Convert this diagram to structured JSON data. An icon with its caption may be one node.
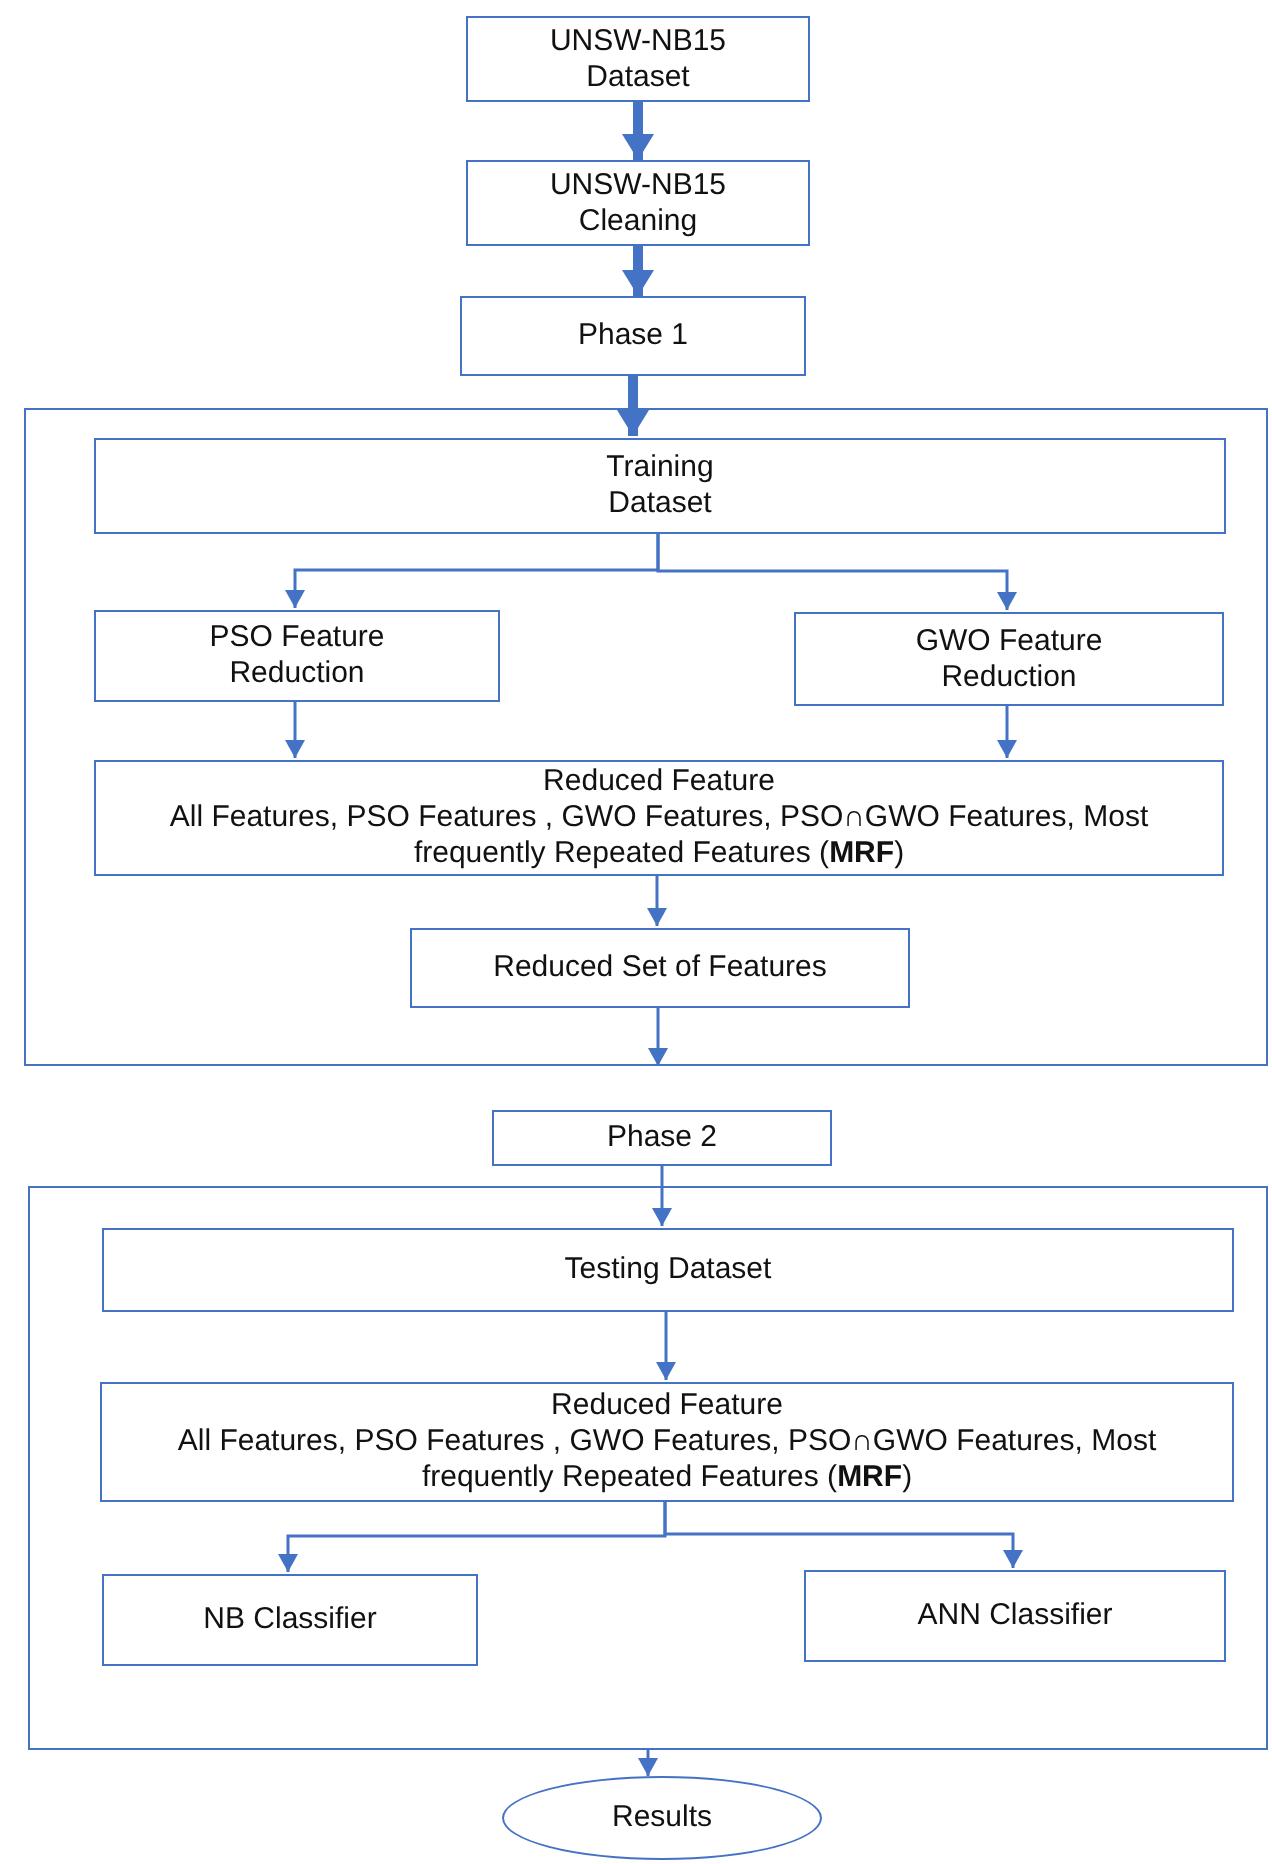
{
  "diagram": {
    "nodes": [
      {
        "text": [
          "UNSW-NB15 Dataset"
        ]
      },
      {
        "text": [
          "UNSW-NB15 Cleaning"
        ]
      },
      {
        "text": [
          "Phase 1"
        ]
      },
      {
        "text": [],
        "shape": "box"
      },
      {
        "text": [
          "Training Dataset"
        ],
        "in": 3
      },
      {
        "text": [
          "PSO Feature Reduction"
        ],
        "in": 3
      },
      {
        "text": [
          "GWO Feature Reduction"
        ],
        "in": 3
      },
      {
        "text": [
          "Reduced Feature",
          "All Features, PSO Features , GWO Features, PSO∩GWO Features, Most frequently Repeated Features (**MRF**)"
        ],
        "in": 3
      },
      {
        "text": [
          "Reduced Set of Features"
        ],
        "in": 3
      },
      {
        "text": [
          "Phase 2"
        ]
      },
      {
        "text": [],
        "shape": "box"
      },
      {
        "text": [
          "Testing Dataset"
        ],
        "in": 10
      },
      {
        "text": [
          "Reduced Feature",
          "All Features, PSO Features , GWO Features, PSO∩GWO Features, Most frequently Repeated Features (**MRF**)"
        ],
        "in": 10
      },
      {
        "text": [
          "NB Classifier"
        ],
        "in": 10
      },
      {
        "text": [
          "ANN Classifier"
        ],
        "in": 10
      },
      {
        "text": [
          "Results"
        ]
      }
    ],
    "edges": [
      {
        "from": 0,
        "to": 1,
        "arrow": "to",
        "style": "thick"
      },
      {
        "from": 1,
        "to": 2,
        "arrow": "to",
        "style": "thick"
      },
      {
        "from": 2,
        "to": 4,
        "arrow": "to",
        "style": "thick"
      },
      {
        "from": 4,
        "to": 5,
        "arrow": "to"
      },
      {
        "from": 4,
        "to": 6,
        "arrow": "to"
      },
      {
        "from": 5,
        "to": 7,
        "arrow": "to"
      },
      {
        "from": 6,
        "to": 7,
        "arrow": "to"
      },
      {
        "from": 7,
        "to": 8,
        "arrow": "to"
      },
      {
        "from": 8,
        "to": null,
        "arrow": "to"
      },
      {
        "from": 9,
        "to": 11,
        "arrow": "to"
      },
      {
        "from": 11,
        "to": 12,
        "arrow": "to"
      },
      {
        "from": 12,
        "to": 13,
        "arrow": "to"
      },
      {
        "from": 12,
        "to": 14,
        "arrow": "to"
      },
      {
        "from": 10,
        "to": 15,
        "arrow": "to"
      }
    ]
  }
}
